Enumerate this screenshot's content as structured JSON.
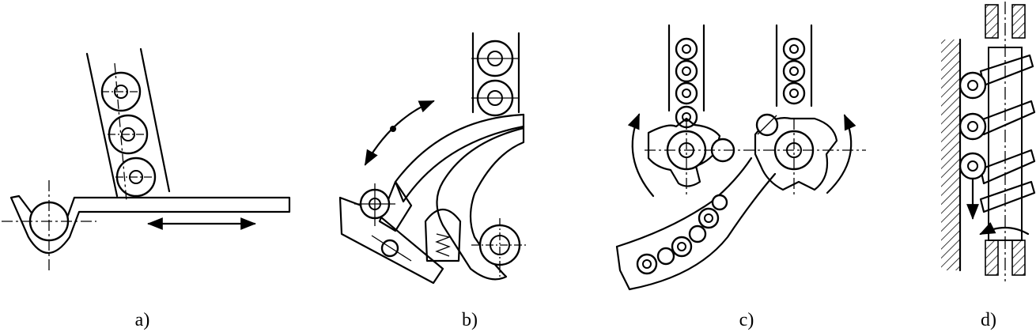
{
  "figure": {
    "captions": [
      "a)",
      "b)",
      "c)",
      "d)"
    ]
  },
  "colors": {
    "ink": "#000000",
    "paper": "#ffffff"
  }
}
